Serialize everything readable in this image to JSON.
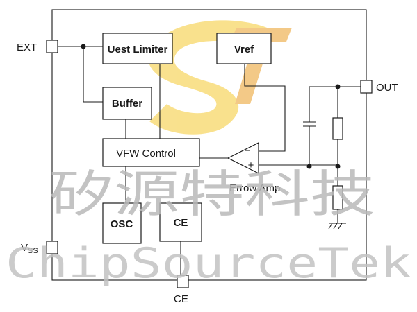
{
  "pins": {
    "ext": "EXT",
    "out": "OUT",
    "vss_main": "V",
    "vss_sub": "SS",
    "ce_bottom": "CE"
  },
  "blocks": {
    "limiter": "Uest Limiter",
    "vref": "Vref",
    "buffer": "Buffer",
    "control": "VFW Control",
    "osc": "OSC",
    "ce": "CE"
  },
  "amp": {
    "label": "Errow Amp",
    "minus": "−",
    "plus": "+"
  },
  "watermark": {
    "chinese": "矽源特科技",
    "english": "ChipSourceTek"
  },
  "colors": {
    "logo_yellow": "#f7d768",
    "logo_orange": "#f0b860",
    "line": "#1a1a1a"
  }
}
